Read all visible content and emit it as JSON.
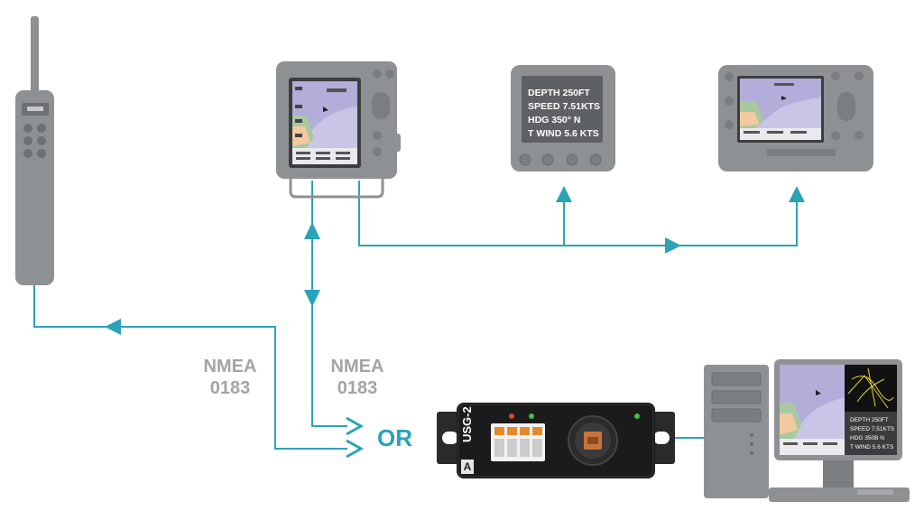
{
  "labels": {
    "nmea_left_line1": "NMEA",
    "nmea_left_line2": "0183",
    "nmea_center_line1": "NMEA",
    "nmea_center_line2": "0183",
    "or": "OR"
  },
  "instrument_display": {
    "line1": "DEPTH 250FT",
    "line2": "SPEED 7.51KTS",
    "line3": "HDG  350°  N",
    "line4": "T WIND 5.6 KTS"
  },
  "pc_display": {
    "line1": "DEPTH 250FT",
    "line2": "SPEED 7.51KTS",
    "line3": "HDG  350B  N",
    "line4": "T WIND 5.6 KTS"
  },
  "gateway": {
    "model": "USG-2",
    "badge": "A"
  },
  "colors": {
    "connection_line": "#2aa3b8",
    "device_grey": "#8e9194",
    "label_grey": "#a2a4a6"
  }
}
